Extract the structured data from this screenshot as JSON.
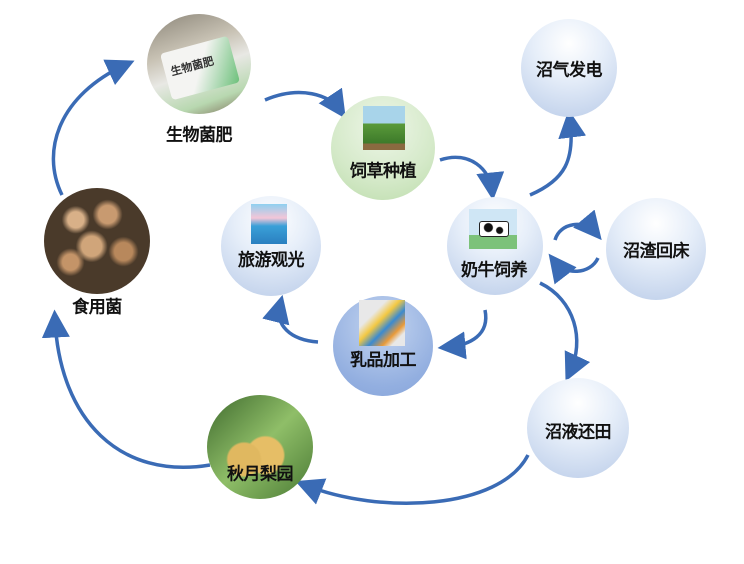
{
  "nodes": {
    "fertilizer": {
      "label": "生物菌肥",
      "bag_text": "生物菌肥"
    },
    "forage": {
      "label": "饲草种植"
    },
    "biogas_power": {
      "label": "沼气发电"
    },
    "dairy_cow": {
      "label": "奶牛饲养"
    },
    "residue_bed": {
      "label": "沼渣回床"
    },
    "tourism": {
      "label": "旅游观光"
    },
    "dairy_processing": {
      "label": "乳品加工"
    },
    "mushroom": {
      "label": "食用菌"
    },
    "slurry_field": {
      "label": "沼液还田"
    },
    "pear_orchard": {
      "label": "秋月梨园"
    }
  },
  "colors": {
    "arrow": "#3a6bb5",
    "bubble": "#b9cbe8"
  }
}
